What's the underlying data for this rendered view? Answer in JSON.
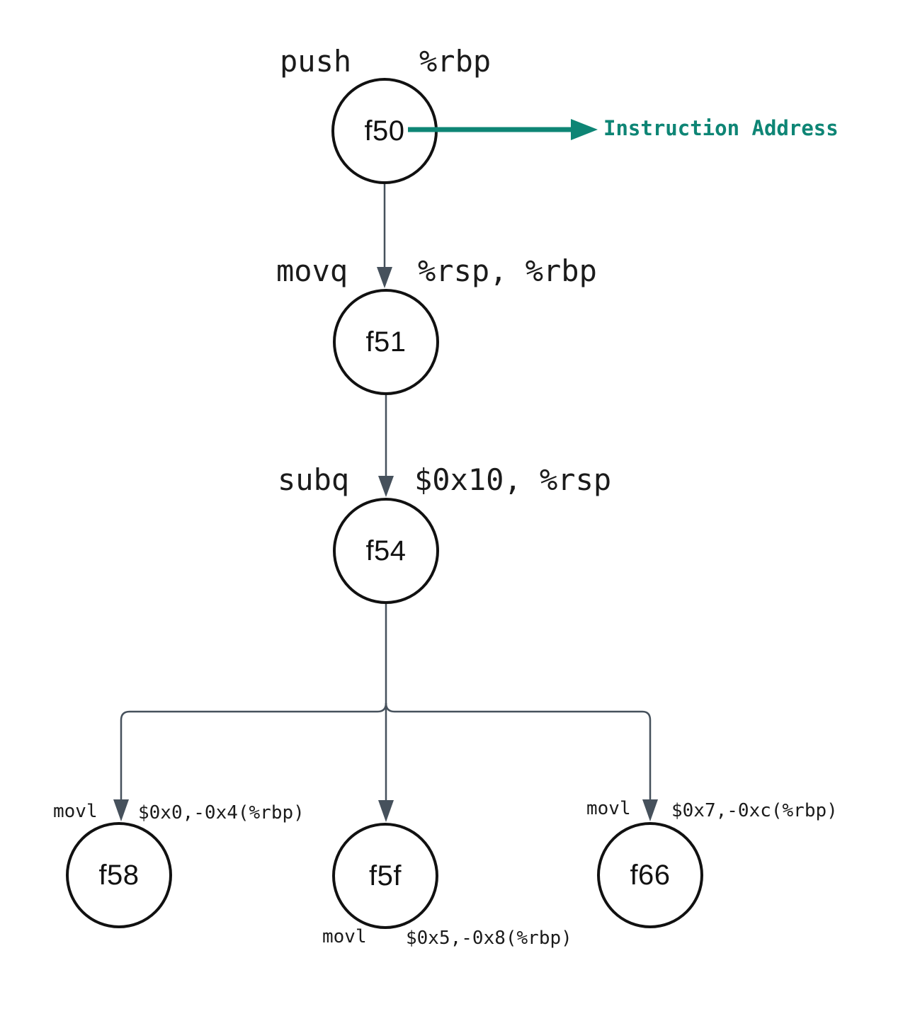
{
  "diagram": {
    "nodes": [
      {
        "id": "f50",
        "mnemonic": "push",
        "operands": "%rbp"
      },
      {
        "id": "f51",
        "mnemonic": "movq",
        "operands": "%rsp, %rbp"
      },
      {
        "id": "f54",
        "mnemonic": "subq",
        "operands": "$0x10, %rsp"
      },
      {
        "id": "f58",
        "mnemonic": "movl",
        "operands": "$0x0,-0x4(%rbp)"
      },
      {
        "id": "f5f",
        "mnemonic": "movl",
        "operands": "$0x5,-0x8(%rbp)"
      },
      {
        "id": "f66",
        "mnemonic": "movl",
        "operands": "$0x7,-0xc(%rbp)"
      }
    ],
    "annotation": {
      "label": "Instruction Address"
    },
    "colors": {
      "node_stroke": "#111111",
      "edge": "#46515C",
      "text": "#1B1B1B",
      "annotation": "#0E8575",
      "bg": "#FFFFFF"
    }
  }
}
